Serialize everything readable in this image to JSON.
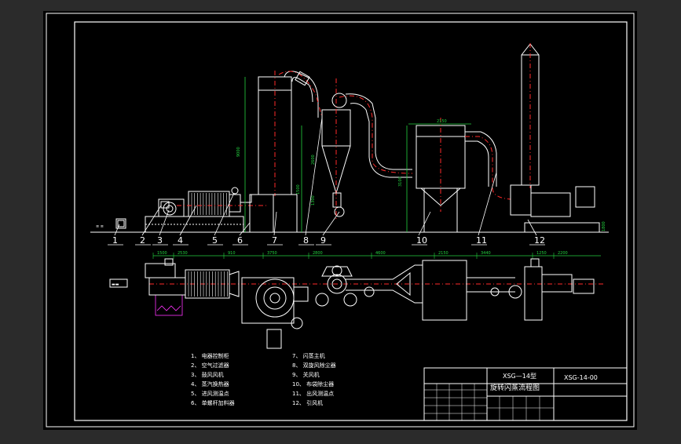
{
  "drawing": {
    "equipment_numbers": [
      "1",
      "2",
      "3",
      "4",
      "5",
      "6",
      "7",
      "8",
      "9",
      "10",
      "11",
      "12"
    ],
    "legend": [
      {
        "num": "1、",
        "name": "电器控制柜"
      },
      {
        "num": "2、",
        "name": "空气过滤器"
      },
      {
        "num": "3、",
        "name": "鼓风风机"
      },
      {
        "num": "4、",
        "name": "蒸汽换热器"
      },
      {
        "num": "5、",
        "name": "进风测温点"
      },
      {
        "num": "6、",
        "name": "单螺杆加料器"
      },
      {
        "num": "7、",
        "name": "闪蒸主机"
      },
      {
        "num": "8、",
        "name": "双旋风除尘器"
      },
      {
        "num": "9、",
        "name": "关风机"
      },
      {
        "num": "10、",
        "name": "布袋除尘器"
      },
      {
        "num": "11、",
        "name": "出风测温点"
      },
      {
        "num": "12、",
        "name": "引风机"
      }
    ],
    "title_block": {
      "model": "XSG—14型",
      "title": "旋转闪蒸流程图",
      "drawing_no": "XSG-14-00"
    },
    "plan_dimensions": [
      "1500",
      "2530",
      "910",
      "3750",
      "2800",
      "4600",
      "2150",
      "3440",
      "1250",
      "2200"
    ],
    "elevation_dims": [
      "9000",
      "2600",
      "1300",
      "1500",
      "3100",
      "2150",
      "1800"
    ]
  },
  "colors": {
    "background": "#000000",
    "frame": "#ffffff",
    "centerline": "#ff2a2a",
    "dimension": "#23d23f",
    "text_yellow": "#ffff55"
  }
}
